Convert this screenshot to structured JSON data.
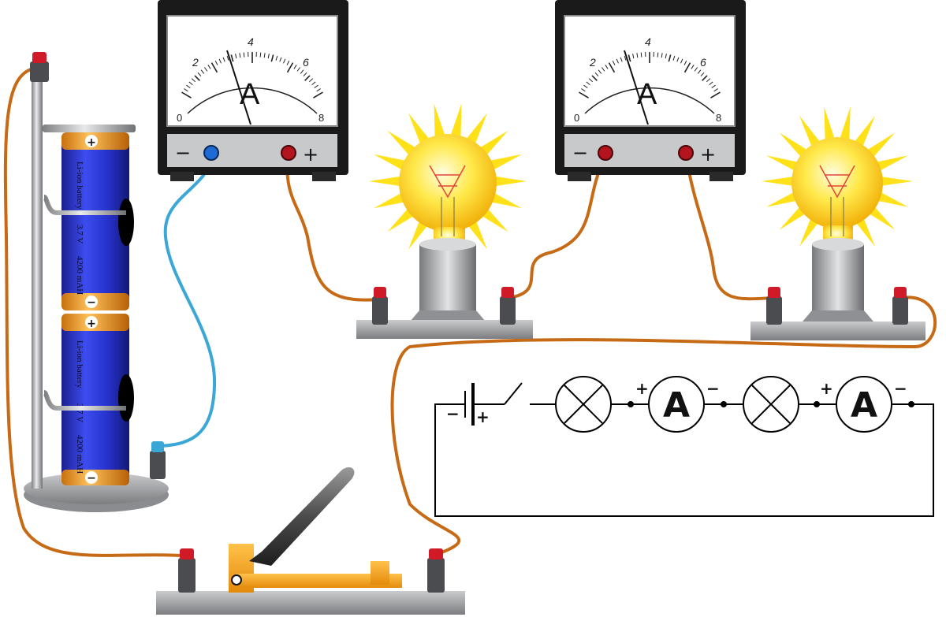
{
  "ammeters": [
    {
      "id": "ammeter-1",
      "unit_symbol": "A",
      "scale_labels": [
        "0",
        "2",
        "4",
        "6",
        "8"
      ],
      "terminal_minus": "−",
      "terminal_plus": "+",
      "minus_terminal_color": "#1e6bd6",
      "plus_terminal_color": "#b3141e"
    },
    {
      "id": "ammeter-2",
      "unit_symbol": "A",
      "scale_labels": [
        "0",
        "2",
        "4",
        "6",
        "8"
      ],
      "terminal_minus": "−",
      "terminal_plus": "+",
      "minus_terminal_color": "#b3141e",
      "plus_terminal_color": "#b3141e"
    }
  ],
  "batteries": [
    {
      "text_line1": "Li-ion battery",
      "voltage": "3.7 V",
      "capacity": "4200 mAH",
      "cap_plus": "+",
      "cap_minus": "−"
    },
    {
      "text_line1": "Li-ion battery",
      "voltage": "3.7 V",
      "capacity": "4200 mAH",
      "cap_plus": "+",
      "cap_minus": "−"
    }
  ],
  "schematic": {
    "battery_minus": "−",
    "battery_plus": "+",
    "ammeter_symbol": "A",
    "ammeter_plus": "+",
    "ammeter_minus": "−"
  },
  "colors": {
    "wire_copper": "#c76a16",
    "wire_blue": "#3aa7d6",
    "battery_blue": "#2430c8",
    "battery_band": "#f29c1f",
    "bulb_glow": "#ffe11a",
    "switch_orange": "#f5a623",
    "meter_body": "#1a1a1a"
  }
}
